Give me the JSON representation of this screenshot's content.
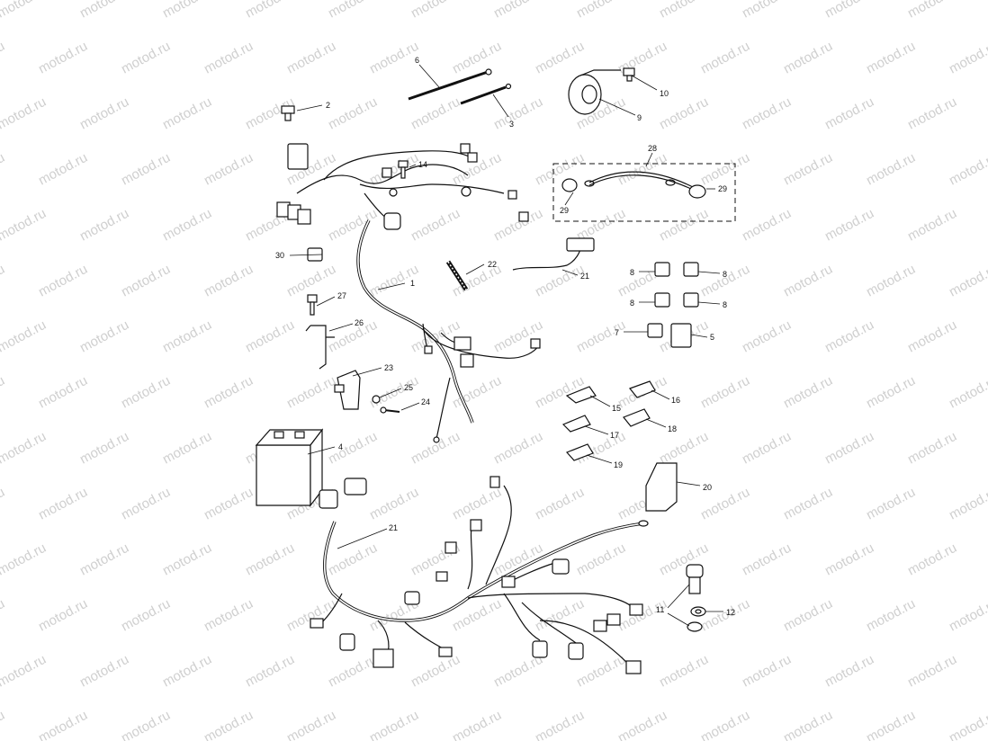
{
  "diagram": {
    "watermark": "motod.ru",
    "callouts": [
      {
        "id": "p1",
        "text": "1"
      },
      {
        "id": "p2",
        "text": "2"
      },
      {
        "id": "p3",
        "text": "3"
      },
      {
        "id": "p4",
        "text": "4"
      },
      {
        "id": "p5",
        "text": "5"
      },
      {
        "id": "p6",
        "text": "6"
      },
      {
        "id": "p7",
        "text": "7"
      },
      {
        "id": "p8a",
        "text": "8"
      },
      {
        "id": "p8b",
        "text": "8"
      },
      {
        "id": "p8c",
        "text": "8"
      },
      {
        "id": "p8d",
        "text": "8"
      },
      {
        "id": "p9",
        "text": "9"
      },
      {
        "id": "p10",
        "text": "10"
      },
      {
        "id": "p11",
        "text": "11"
      },
      {
        "id": "p12",
        "text": "12"
      },
      {
        "id": "p14",
        "text": "14"
      },
      {
        "id": "p15",
        "text": "15"
      },
      {
        "id": "p16",
        "text": "16"
      },
      {
        "id": "p17",
        "text": "17"
      },
      {
        "id": "p18",
        "text": "18"
      },
      {
        "id": "p19",
        "text": "19"
      },
      {
        "id": "p20",
        "text": "20"
      },
      {
        "id": "p21a",
        "text": "21"
      },
      {
        "id": "p21b",
        "text": "21"
      },
      {
        "id": "p22",
        "text": "22"
      },
      {
        "id": "p23",
        "text": "23"
      },
      {
        "id": "p24",
        "text": "24"
      },
      {
        "id": "p25",
        "text": "25"
      },
      {
        "id": "p26",
        "text": "26"
      },
      {
        "id": "p27",
        "text": "27"
      },
      {
        "id": "p28",
        "text": "28"
      },
      {
        "id": "p29a",
        "text": "29"
      },
      {
        "id": "p29b",
        "text": "29"
      },
      {
        "id": "p30",
        "text": "30"
      }
    ]
  }
}
